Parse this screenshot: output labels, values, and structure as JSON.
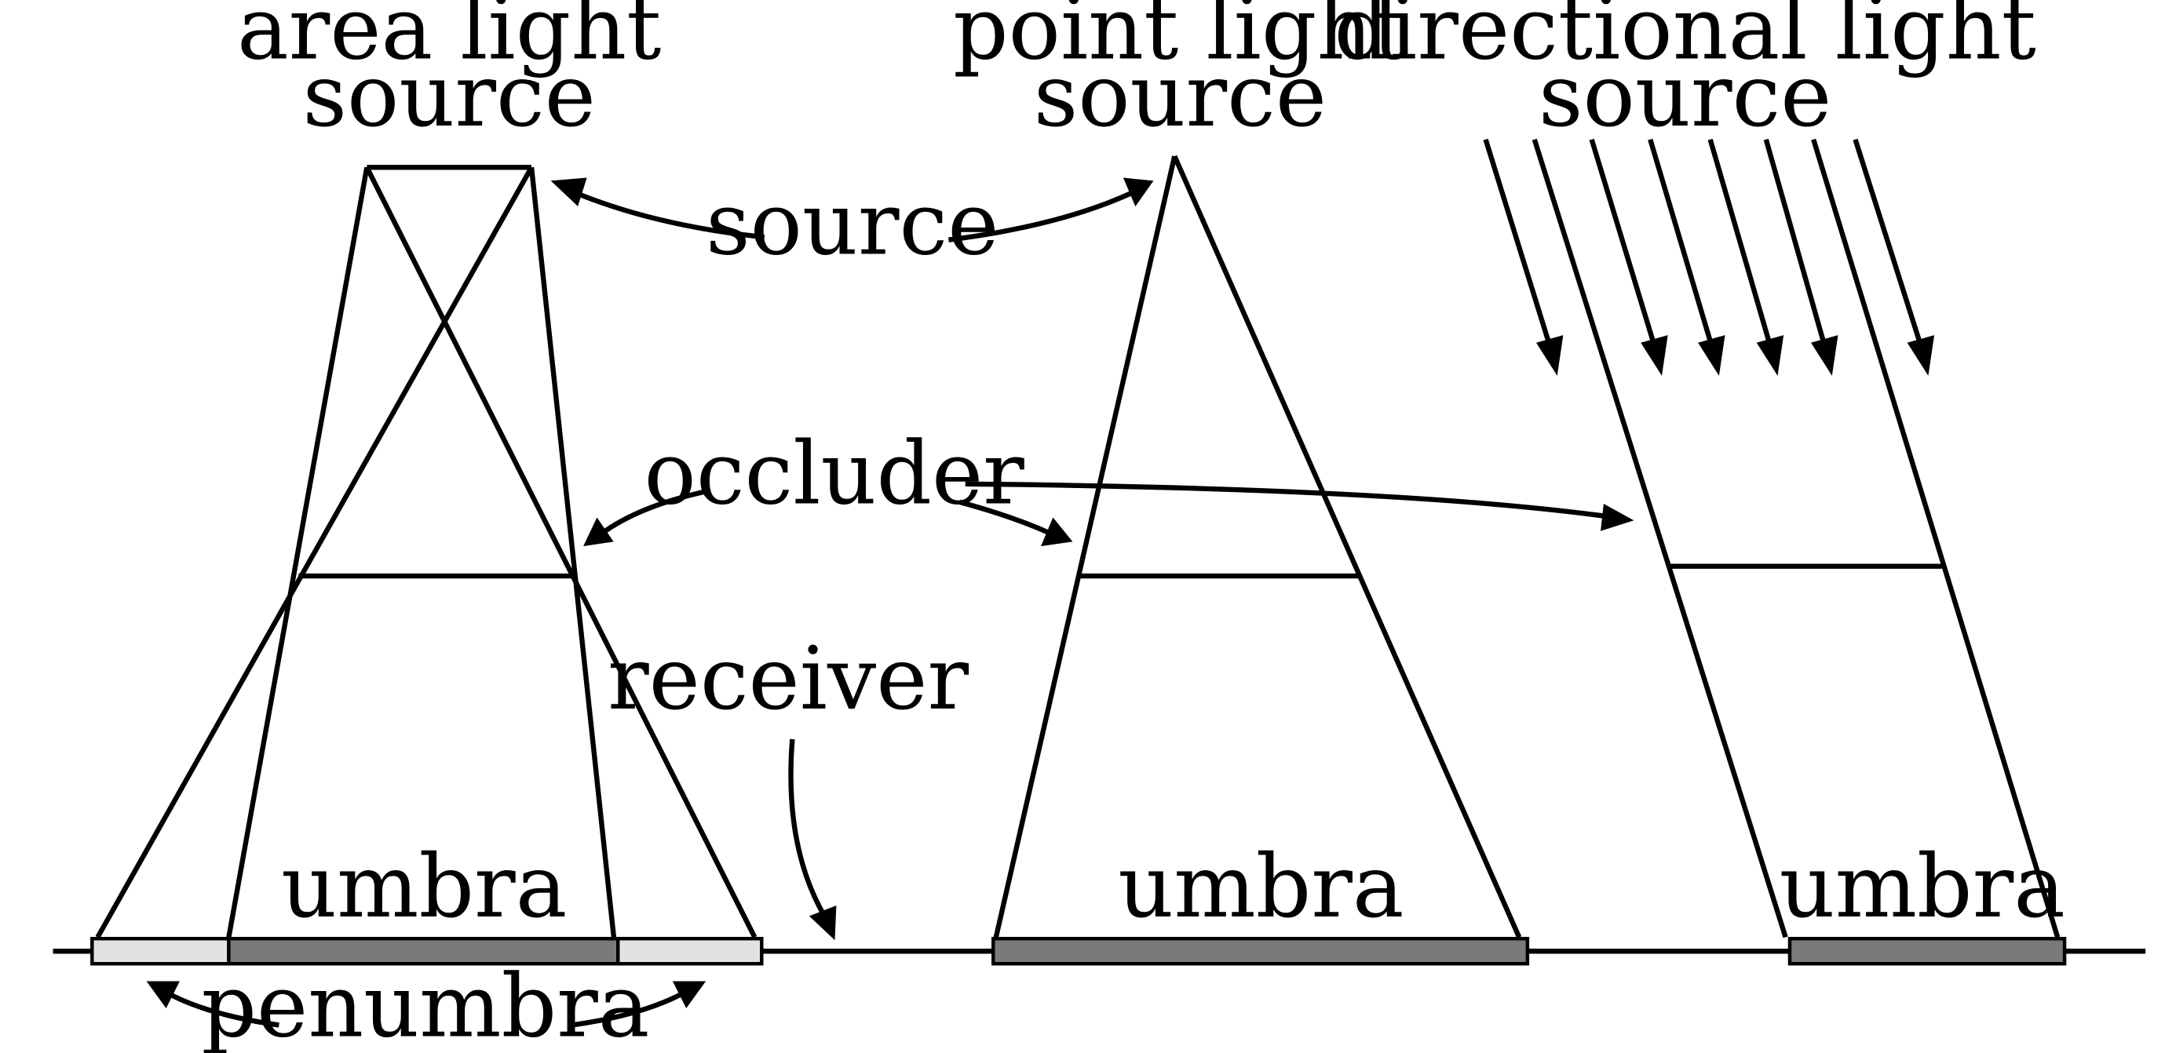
{
  "labels": {
    "area_title_1": "area light",
    "area_title_2": "source",
    "point_title_1": "point light",
    "point_title_2": "source",
    "dir_title_1": "directional light",
    "dir_title_2": "source",
    "source": "source",
    "occluder": "occluder",
    "receiver": "receiver",
    "umbra_area": "umbra",
    "umbra_point": "umbra",
    "umbra_dir": "umbra",
    "penumbra": "penumbra"
  },
  "colors": {
    "umbra": "#7a7a7a",
    "penumbra": "#e2e2e2",
    "line": "#000000",
    "background": "#ffffff"
  }
}
